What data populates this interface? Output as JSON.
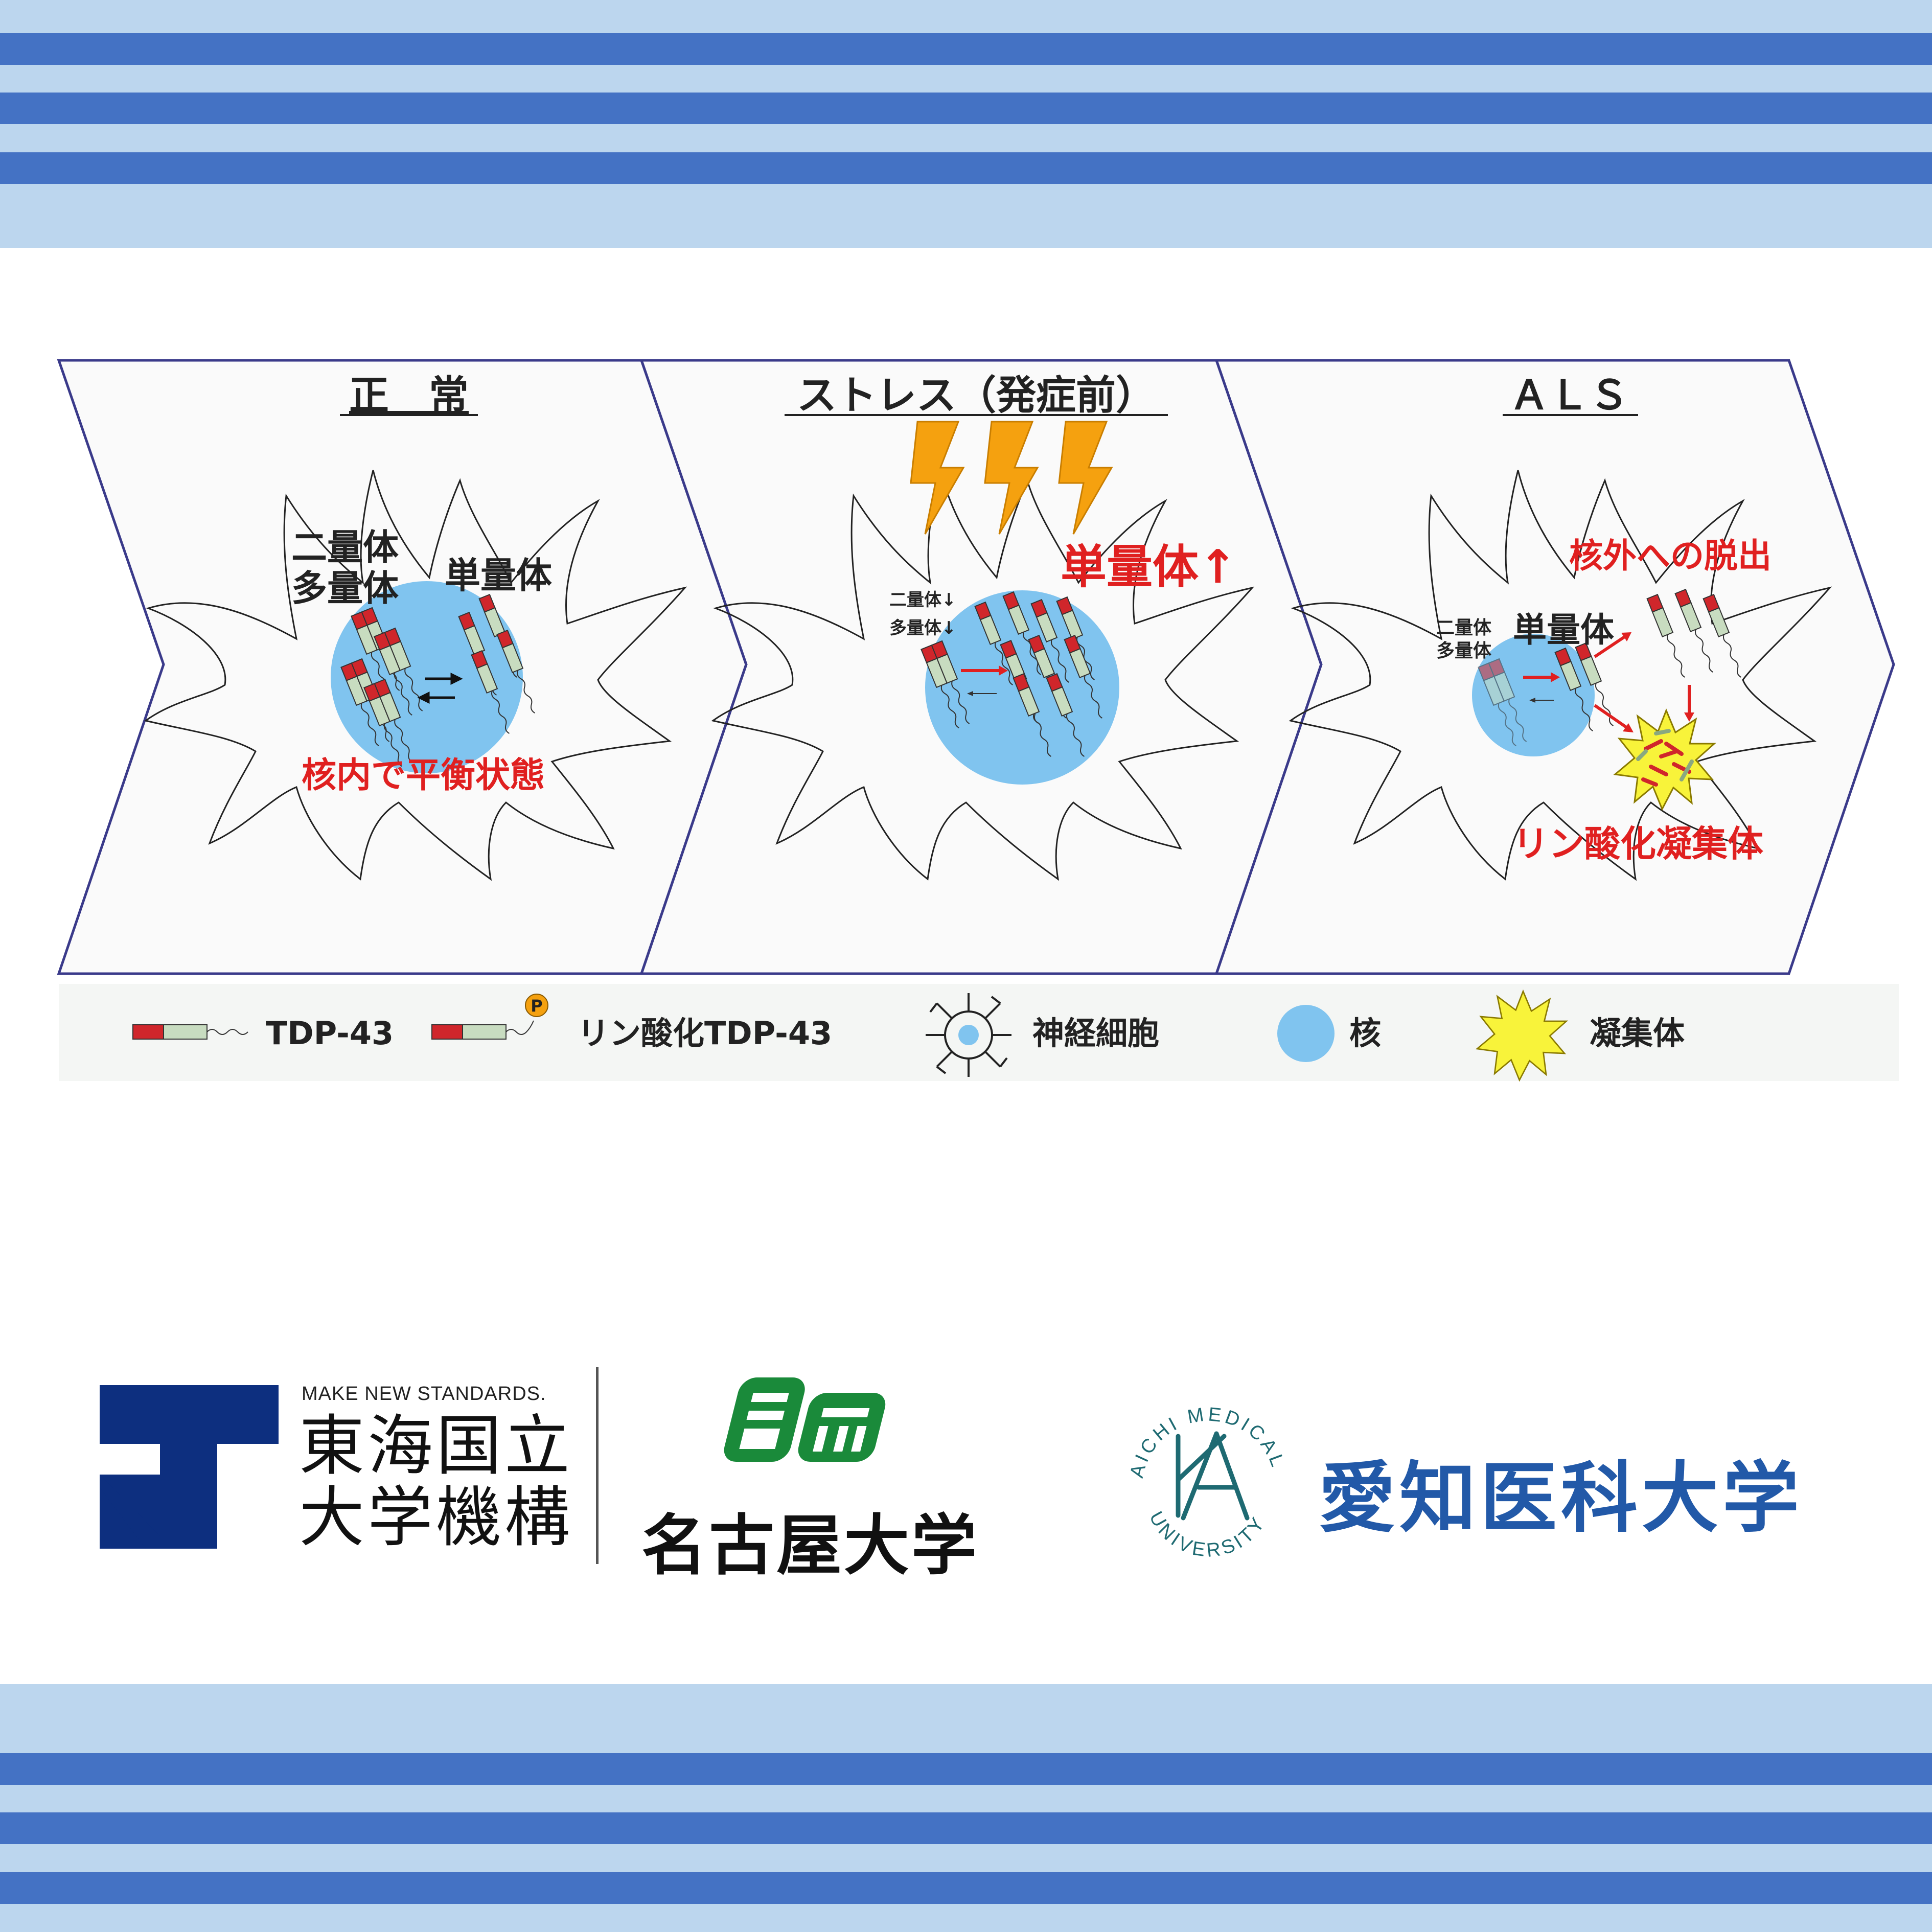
{
  "colors": {
    "band_light": "#bcd6ee",
    "band_dark": "#4472c4",
    "nucleus": "#80c4ef",
    "red_label": "#e02020",
    "bolt": "#f5a10f",
    "tdp_red": "#d0262b",
    "tdp_green": "#c8dcc0",
    "aggregate": "#f8f33a",
    "tokai_navy": "#0d2f7f",
    "nagoya_green": "#1a8a3a",
    "aichi_blue": "#2259a8",
    "aichi_teal": "#1e6a72"
  },
  "panels": [
    {
      "title": "正　常",
      "labels": {
        "oligomer_line1": "二量体",
        "oligomer_line2": "多量体",
        "monomer": "単量体",
        "caption": "核内で平衡状態"
      }
    },
    {
      "title": "ストレス（発症前）",
      "labels": {
        "oligomer_line1": "二量体↓",
        "oligomer_line2": "多量体↓",
        "monomer": "単量体↑"
      }
    },
    {
      "title": "ＡＬＳ",
      "labels": {
        "oligomer_line1": "二量体",
        "oligomer_line2": "多量体",
        "monomer": "単量体",
        "export": "核外への脱出",
        "aggregate": "リン酸化凝集体"
      }
    }
  ],
  "legend": [
    {
      "icon": "tdp43-icon",
      "label": "TDP-43"
    },
    {
      "icon": "phospho-tdp43-icon",
      "label": "リン酸化TDP-43",
      "badge": "P"
    },
    {
      "icon": "neuron-icon",
      "label": "神経細胞"
    },
    {
      "icon": "nucleus-icon",
      "label": "核"
    },
    {
      "icon": "aggregate-icon",
      "label": "凝集体"
    }
  ],
  "logos": {
    "tokai": {
      "tagline": "MAKE NEW STANDARDS.",
      "line1": "東海国立",
      "line2": "大学機構"
    },
    "nagoya": {
      "name": "名古屋大学"
    },
    "aichi": {
      "ring": "AICHI MEDICAL UNIVERSITY",
      "name": "愛知医科大学"
    }
  }
}
